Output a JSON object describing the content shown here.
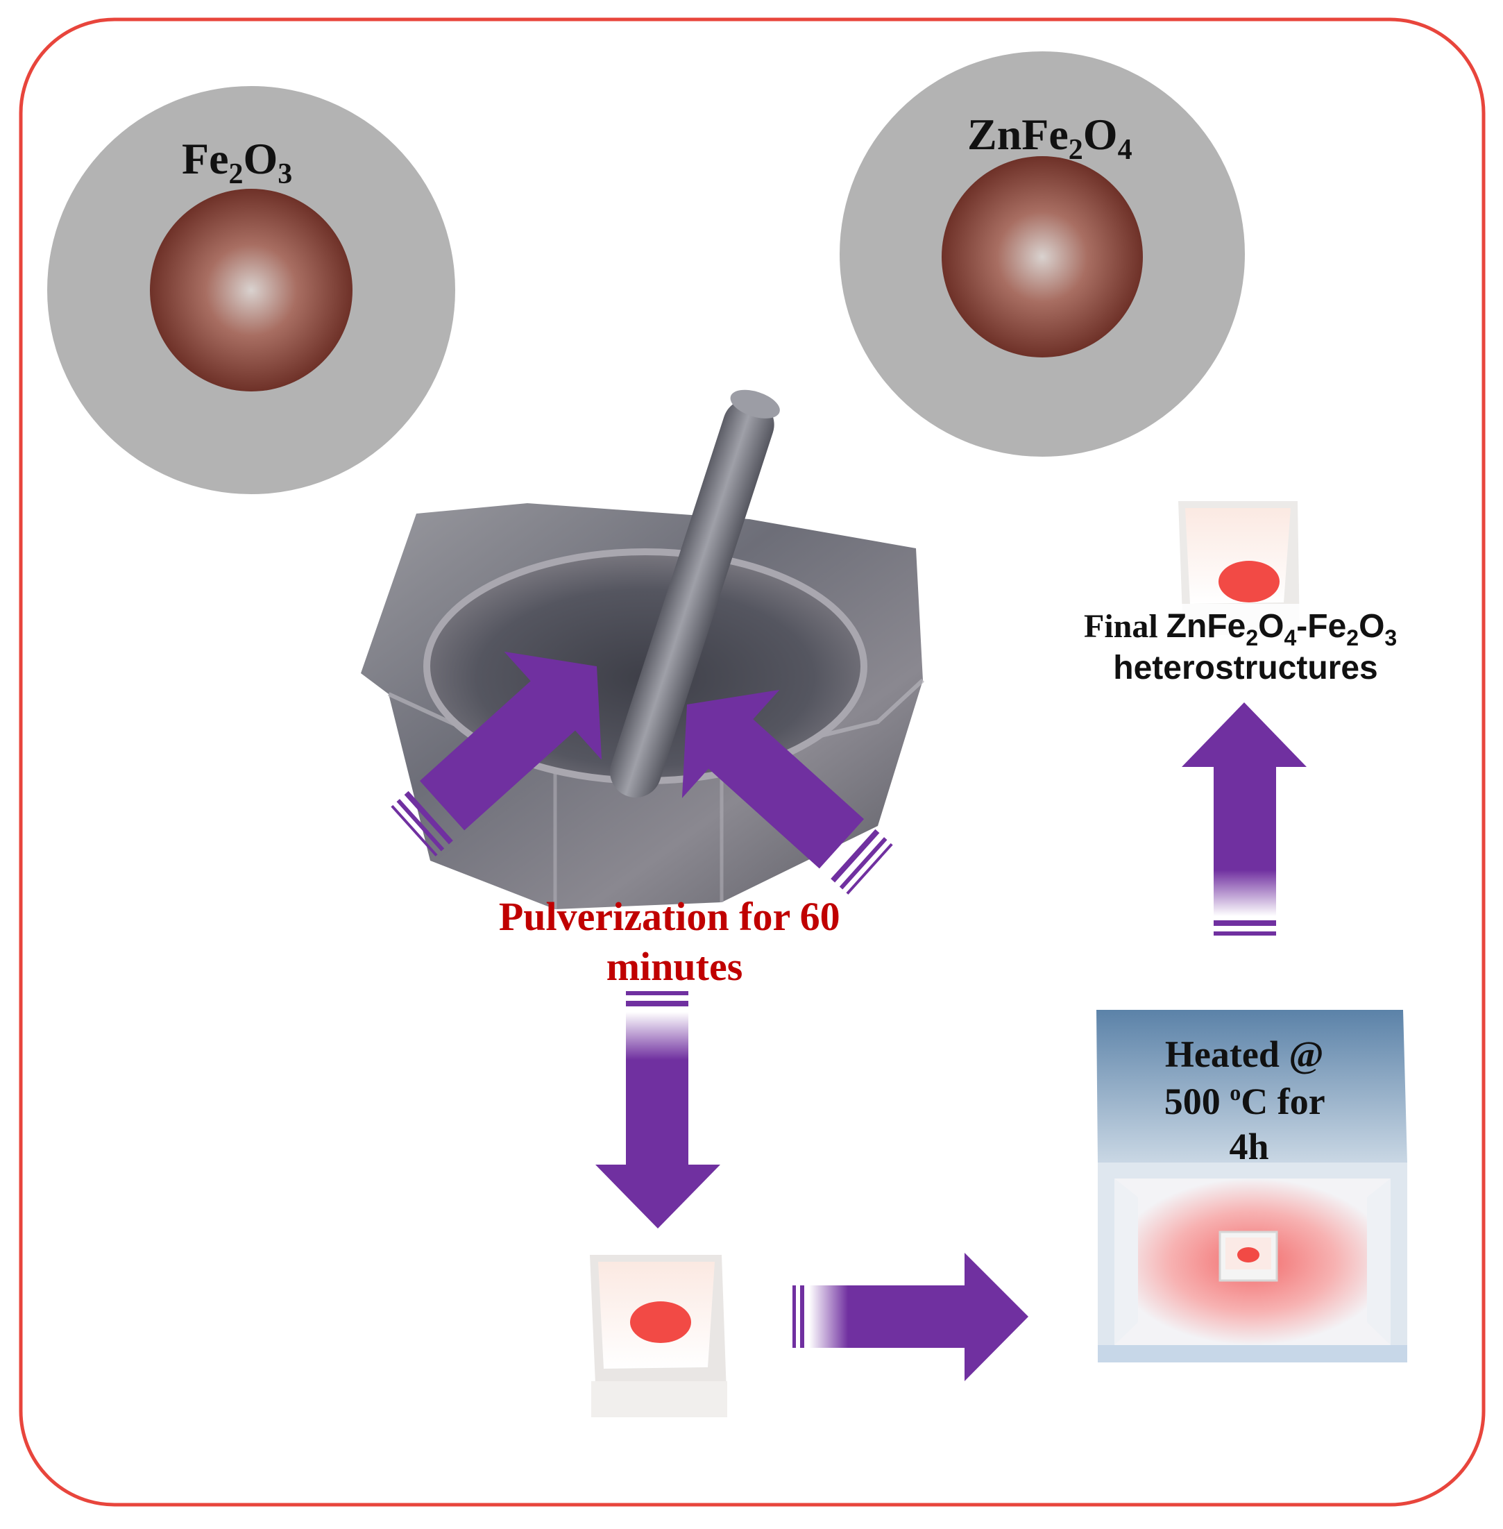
{
  "precursors": {
    "fe2o3": {
      "base": "Fe",
      "sub1": "2",
      "mid": "O",
      "sub2": "3"
    },
    "znfe2o4": {
      "base": "ZnFe",
      "sub1": "2",
      "mid": "O",
      "sub2": "4"
    }
  },
  "steps": {
    "pulverization": {
      "line1": "Pulverization  for 60",
      "line2": "minutes"
    },
    "heating": {
      "line1": "Heated @",
      "line2_a": "500 ",
      "line2_sup": "o",
      "line2_b": "C  for",
      "line3": "4h"
    },
    "final": {
      "prefix": "Final ",
      "a": "ZnFe",
      "a_sub1": "2",
      "a_mid": "O",
      "a_sub2": "4",
      "dash": "-",
      "b": "Fe",
      "b_sub1": "2",
      "b_mid": "O",
      "b_sub2": "3",
      "line2": "heterostructures"
    }
  },
  "colors": {
    "frame": "#e8453c",
    "arrow": "#7030a0",
    "particle_shell": "#b3b3b3",
    "particle_core": "#7b3b30",
    "label_red": "#c00000",
    "sample_red": "#f24a45"
  }
}
